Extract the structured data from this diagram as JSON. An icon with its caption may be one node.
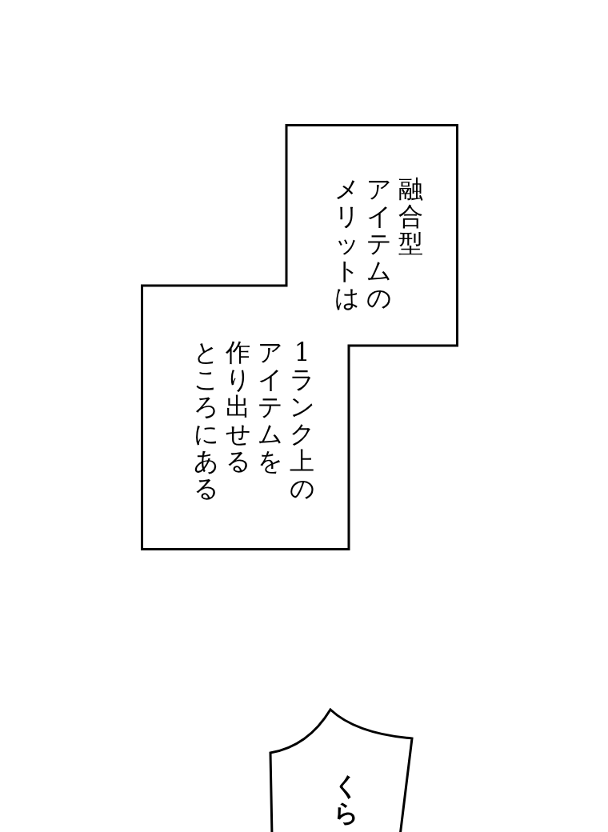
{
  "diagram": {
    "nodes": [
      {
        "text": [
          "融合型アイテムのメリットは",
          "1ランク上のアイテムを作り出せるところにある"
        ]
      },
      {
        "text": [
          "くら"
        ]
      }
    ]
  }
}
